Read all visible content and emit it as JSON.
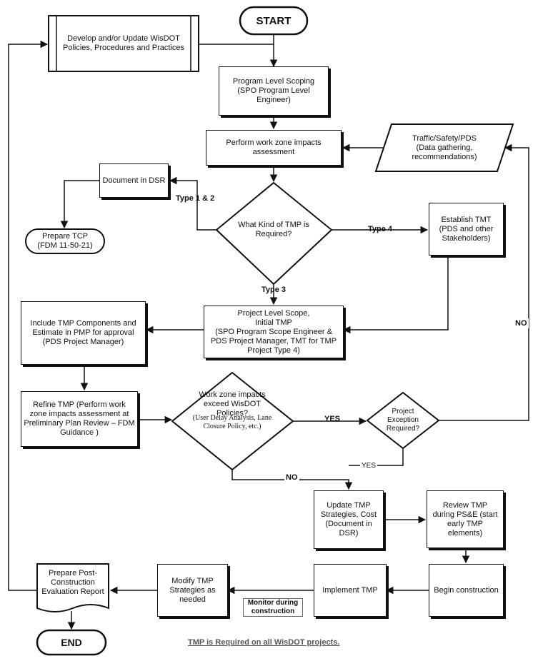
{
  "nodes": {
    "start": "START",
    "develop_policies": "Develop and/or Update WisDOT\nPolicies, Procedures and Practices",
    "program_scoping": "Program Level Scoping\n(SPO Program Level\nEngineer)",
    "perform_assessment": "Perform work zone impacts\nassessment",
    "traffic_safety": "Traffic/Safety/PDS\n(Data gathering,\nrecommendations)",
    "document_dsr": "Document in DSR",
    "what_kind_tmp": "What Kind of TMP is\nRequired?",
    "prepare_tcp": "Prepare TCP\n(FDM 11-50-21)",
    "establish_tmt": "Establish TMT\n(PDS and other\nStakeholders)",
    "include_tmp": "Include TMP Components and\nEstimate in PMP for approval\n(PDS Project Manager)",
    "project_level_scope": "Project Level Scope,\nInitial TMP\n(SPO Program Scope Engineer &\nPDS Project Manager, TMT for TMP\nProject Type 4)",
    "refine_tmp": "Refine TMP (Perform work\nzone impacts assessment at\nPreliminary Plan Review – FDM\nGuidance )",
    "work_zone_exceed": "Work zone impacts\nexceed WisDOT Policies?",
    "work_zone_exceed_note": "(User Delay Analysis, Lane\nClosure Policy, etc.)",
    "project_exception": "Project\nException\nRequired?",
    "update_tmp": "Update TMP\nStrategies, Cost\n(Document in\nDSR)",
    "review_tmp": "Review TMP\nduring PS&E (start\nearly TMP\nelements)",
    "begin_construction": "Begin construction",
    "implement_tmp": "Implement TMP",
    "modify_tmp": "Modify TMP\nStrategies as\nneeded",
    "monitor": "Monitor during\nconstruction",
    "prepare_report": "Prepare Post-\nConstruction\nEvaluation Report",
    "end": "END"
  },
  "edge_labels": {
    "type12": "Type 1 & 2",
    "type4": "Type 4",
    "type3": "Type 3",
    "yes_exceed": "YES",
    "no_exceed": "NO",
    "yes_exception": "YES",
    "no_exception": "NO"
  },
  "footnote": "TMP is Required on all WisDOT projects."
}
